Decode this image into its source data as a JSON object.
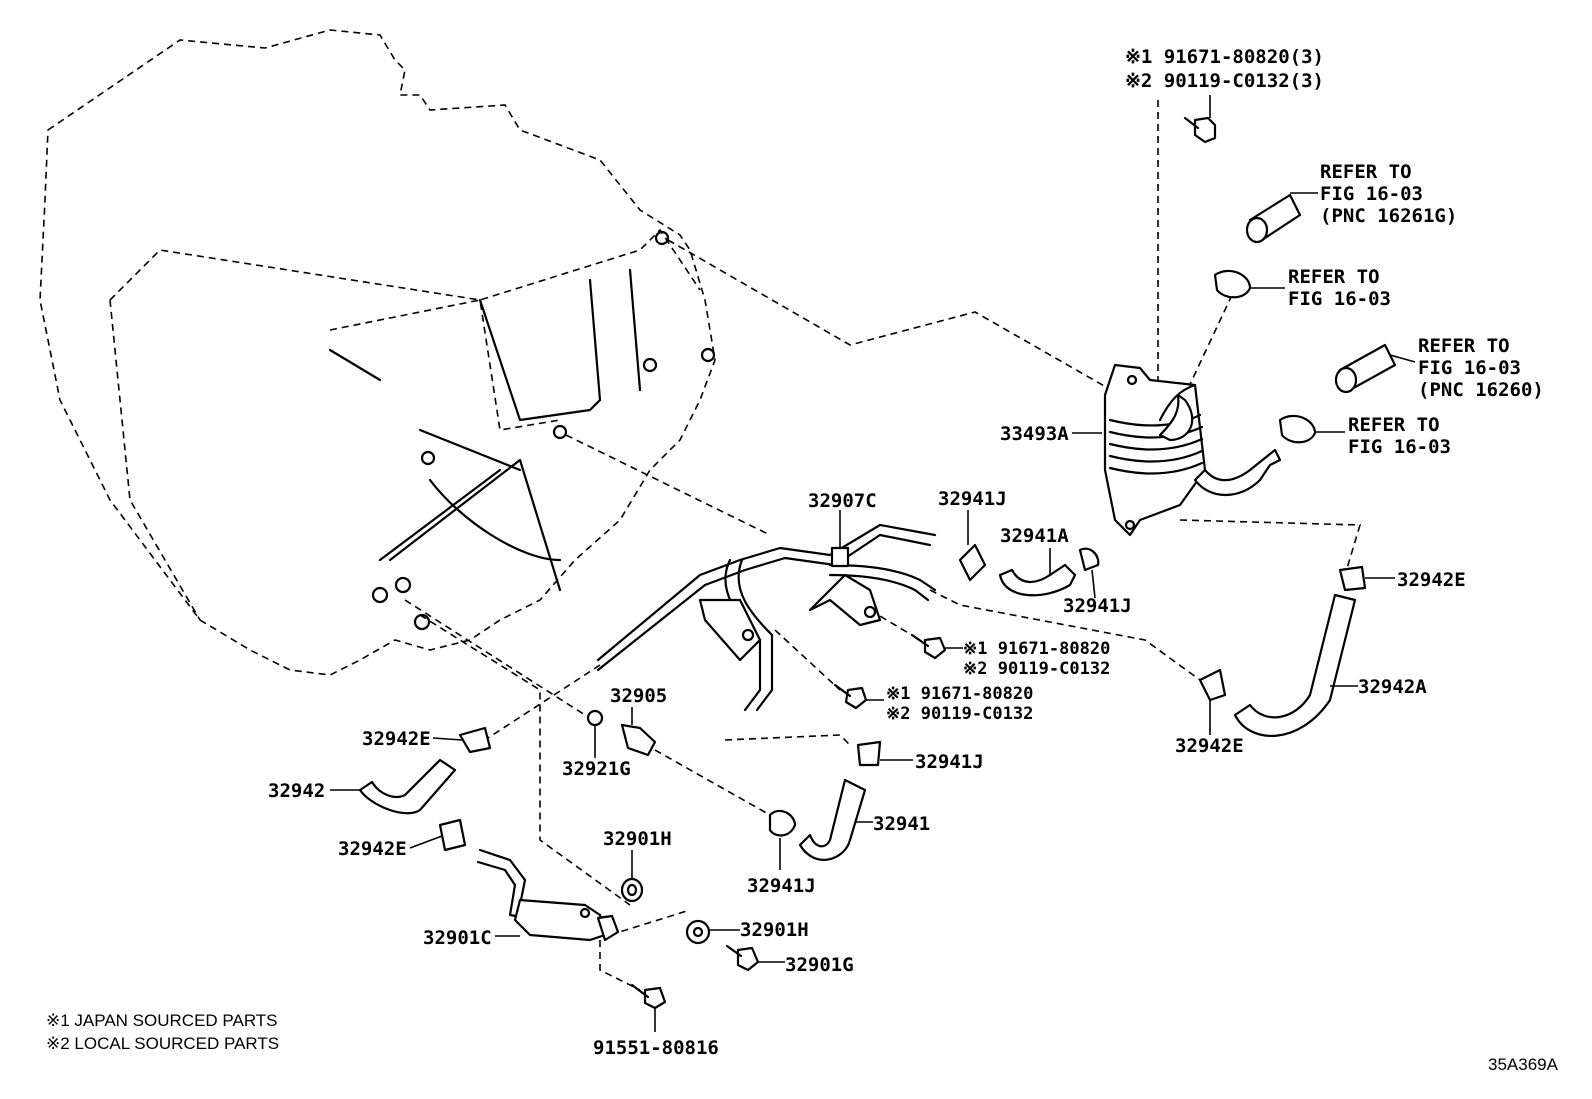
{
  "diagram": {
    "code": "35A369A",
    "notes": [
      "※1 JAPAN SOURCED PARTS",
      "※2 LOCAL SOURCED PARTS"
    ],
    "top_bolt": {
      "line1": "※1 91671-80820(3)",
      "line2": "※2 90119-C0132(3)"
    },
    "refs": [
      {
        "lines": [
          "REFER TO",
          "FIG 16-03",
          "(PNC 16261G)"
        ]
      },
      {
        "lines": [
          "REFER TO",
          "FIG 16-03"
        ]
      },
      {
        "lines": [
          "REFER TO",
          "FIG 16-03",
          "(PNC 16260)"
        ]
      },
      {
        "lines": [
          "REFER TO",
          "FIG 16-03"
        ]
      }
    ],
    "mid_bolt_a": {
      "line1": "※1 91671-80820",
      "line2": "※2 90119-C0132"
    },
    "mid_bolt_b": {
      "line1": "※1 91671-80820",
      "line2": "※2 90119-C0132"
    },
    "labels": {
      "p33493A": "33493A",
      "p32907C": "32907C",
      "p32941J_a": "32941J",
      "p32941A": "32941A",
      "p32941J_b": "32941J",
      "p32942E_r": "32942E",
      "p32942A": "32942A",
      "p32942E_m": "32942E",
      "p32905": "32905",
      "p32921G": "32921G",
      "p32942E_l": "32942E",
      "p32942": "32942",
      "p32941J_c": "32941J",
      "p32941": "32941",
      "p32941J_d": "32941J",
      "p32942E_b": "32942E",
      "p32901H_a": "32901H",
      "p32901C": "32901C",
      "p32901H_b": "32901H",
      "p32901G": "32901G",
      "p91551": "91551-80816"
    }
  }
}
